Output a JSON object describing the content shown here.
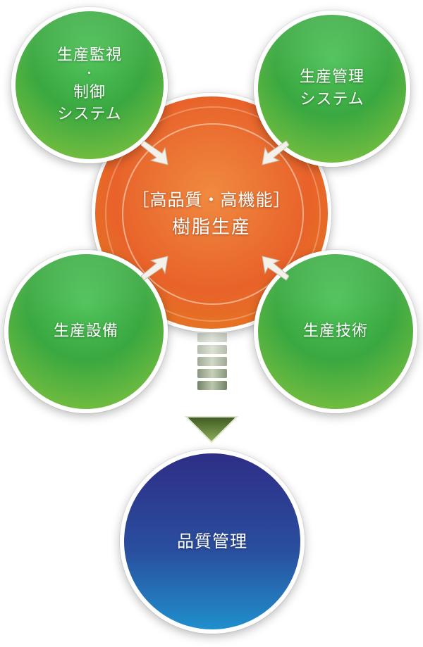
{
  "center": {
    "title": "［高品質・高機能］",
    "subtitle": "樹脂生産"
  },
  "nodes": {
    "top_left": {
      "line1": "生産監視",
      "middot": "・",
      "line2": "制御",
      "line3": "システム"
    },
    "top_right": {
      "line1": "生産管理",
      "line2": "システム"
    },
    "bottom_left": {
      "label": "生産設備"
    },
    "bottom_right": {
      "label": "生産技術"
    }
  },
  "output": {
    "label": "品質管理"
  },
  "colors": {
    "green": "#3aa840",
    "orange": "#e8622a",
    "blue": "#2a4e9e",
    "arrow": "#6b8a3a"
  }
}
